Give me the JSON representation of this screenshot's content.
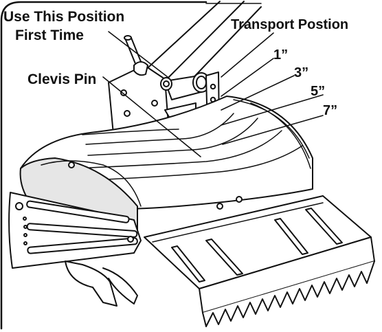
{
  "labels": {
    "use_position_line1": "Use This Position",
    "use_position_line2": "First Time",
    "transport_position": "Transport Postion",
    "clevis_pin": "Clevis Pin",
    "depth_1": "1”",
    "depth_3": "3”",
    "depth_5": "5”",
    "depth_7": "7”"
  },
  "colors": {
    "line": "#111111",
    "fill": "#ffffff",
    "shade": "#e6e6e6"
  }
}
